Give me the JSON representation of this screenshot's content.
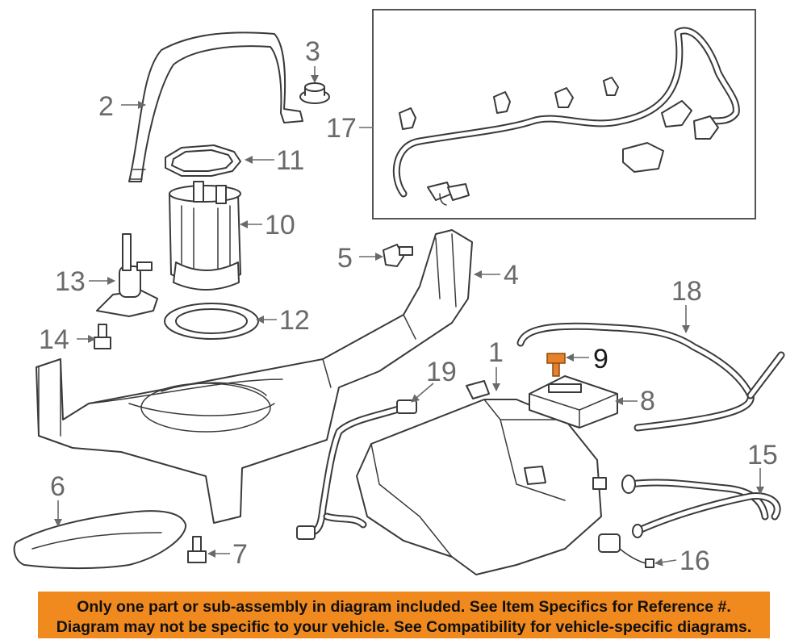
{
  "callouts": {
    "c1": "1",
    "c2": "2",
    "c3": "3",
    "c4": "4",
    "c5": "5",
    "c6": "6",
    "c7": "7",
    "c8": "8",
    "c9": "9",
    "c10": "10",
    "c11": "11",
    "c12": "12",
    "c13": "13",
    "c14": "14",
    "c15": "15",
    "c16": "16",
    "c17": "17",
    "c18": "18",
    "c19": "19"
  },
  "highlighted_part": "9",
  "colors": {
    "highlight": "#e8822a",
    "banner": "#f0891e",
    "line": "#3a3a3a"
  },
  "disclaimer": {
    "line1": "Only one part or sub-assembly in diagram included. See Item Specifics for Reference #.",
    "line2": "Diagram may not be specific to your vehicle. See Compatibility for vehicle-specific diagrams."
  }
}
